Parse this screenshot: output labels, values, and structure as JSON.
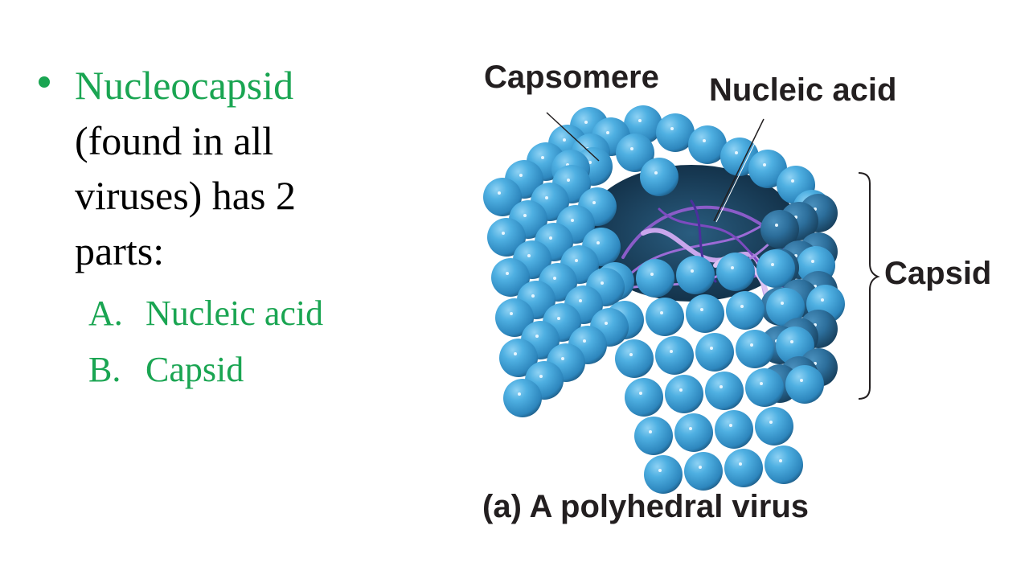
{
  "slide": {
    "bullet": {
      "heading": "Nucleocapsid",
      "body": "(found in all viruses) has 2 parts:",
      "lines": [
        "(found in all",
        "viruses) has 2",
        "parts:"
      ]
    },
    "sub_items": [
      {
        "marker": "A.",
        "label": "Nucleic acid"
      },
      {
        "marker": "B.",
        "label": "Capsid"
      }
    ],
    "colors": {
      "accent_green": "#1aa552",
      "text_black": "#000000",
      "label_dark": "#231f20",
      "capsomere_blue": "#4aa8dc",
      "nucleic_purple": "#9a6ad0"
    }
  },
  "figure": {
    "labels": {
      "capsomere": "Capsomere",
      "nucleic_acid": "Nucleic acid",
      "capsid": "Capsid"
    },
    "caption_prefix": "(a)",
    "caption_text": "A polyhedral virus"
  }
}
